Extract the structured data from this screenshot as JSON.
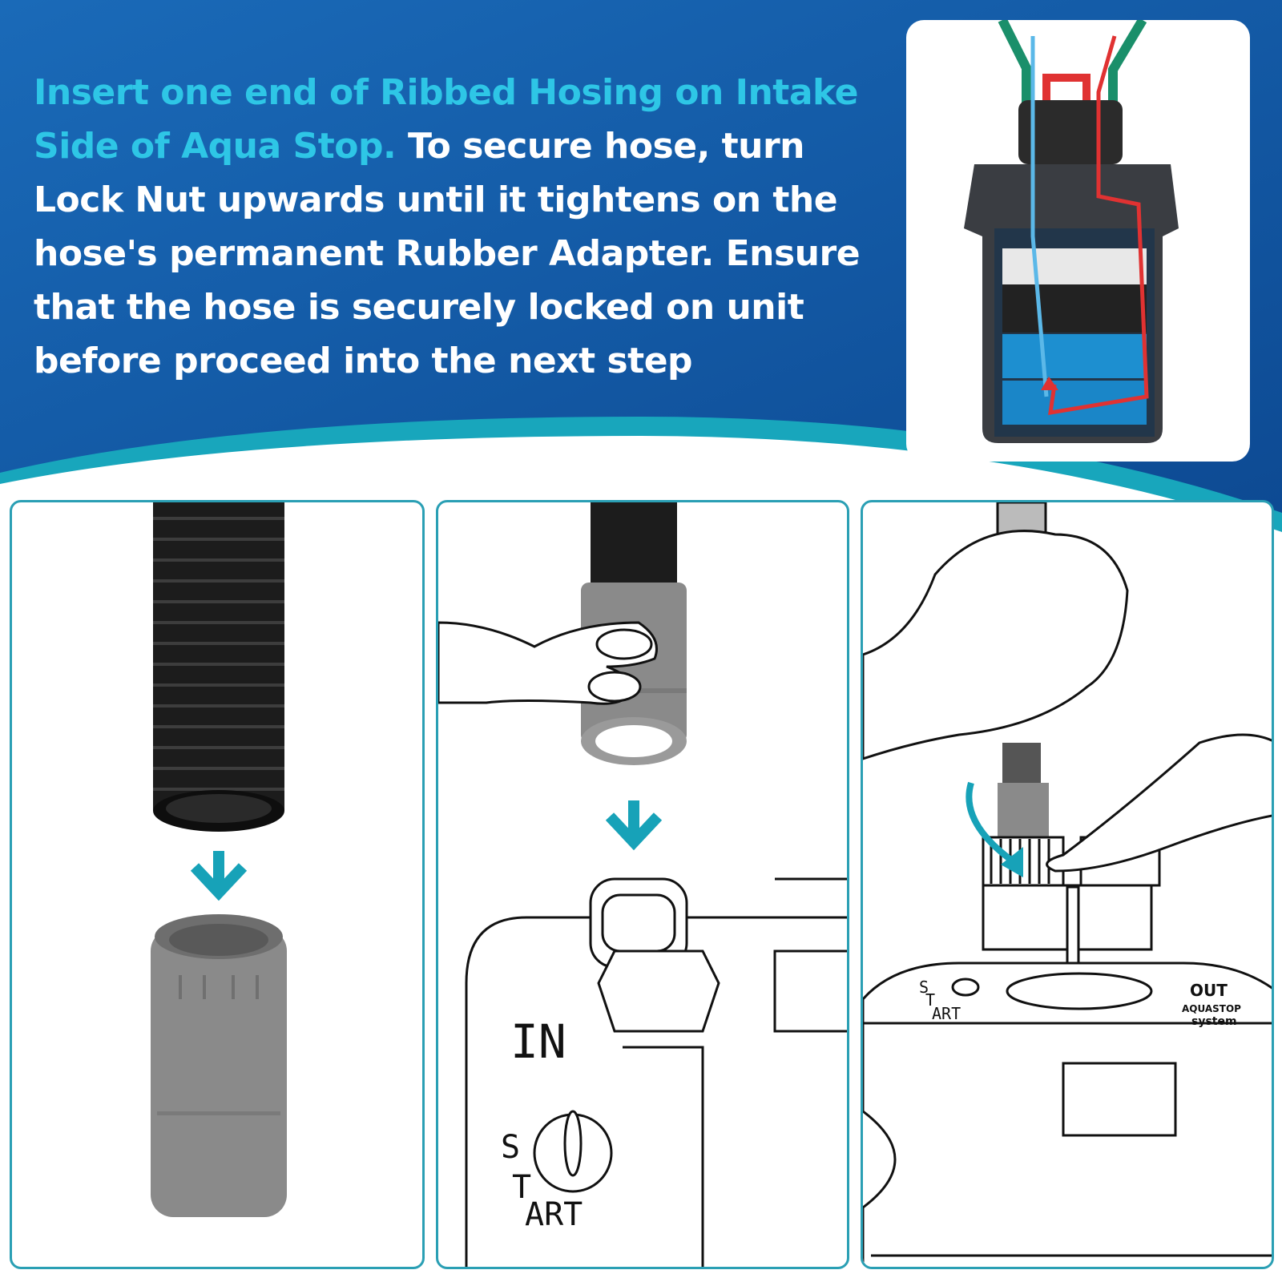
{
  "instruction": {
    "highlight": "Insert one end of Ribbed Hosing on Intake Side of Aqua Stop.",
    "body": " To secure hose, turn Lock Nut upwards until it tightens on the hose's permanent Rubber Adapter. Ensure that the hose is securely locked on unit before proceed into the next step"
  },
  "colors": {
    "background_blue": "#1457a3",
    "teal_band": "#18a6bc",
    "highlight_text": "#2ec6e6",
    "arrow_teal": "#17a2b8",
    "panel_border": "#2a9fb4"
  },
  "panel2": {
    "in_label": "IN",
    "start_label_s": "S",
    "start_label_t": "T",
    "start_label_art": "ART"
  },
  "panel3": {
    "out_label": "OUT",
    "aquastop_label": "AQUASTOP",
    "system_label": "system",
    "start_label_s": "S",
    "start_label_t": "T",
    "start_label_art": "ART"
  },
  "icons": [
    "down-arrow-icon",
    "curved-arrow-icon"
  ]
}
